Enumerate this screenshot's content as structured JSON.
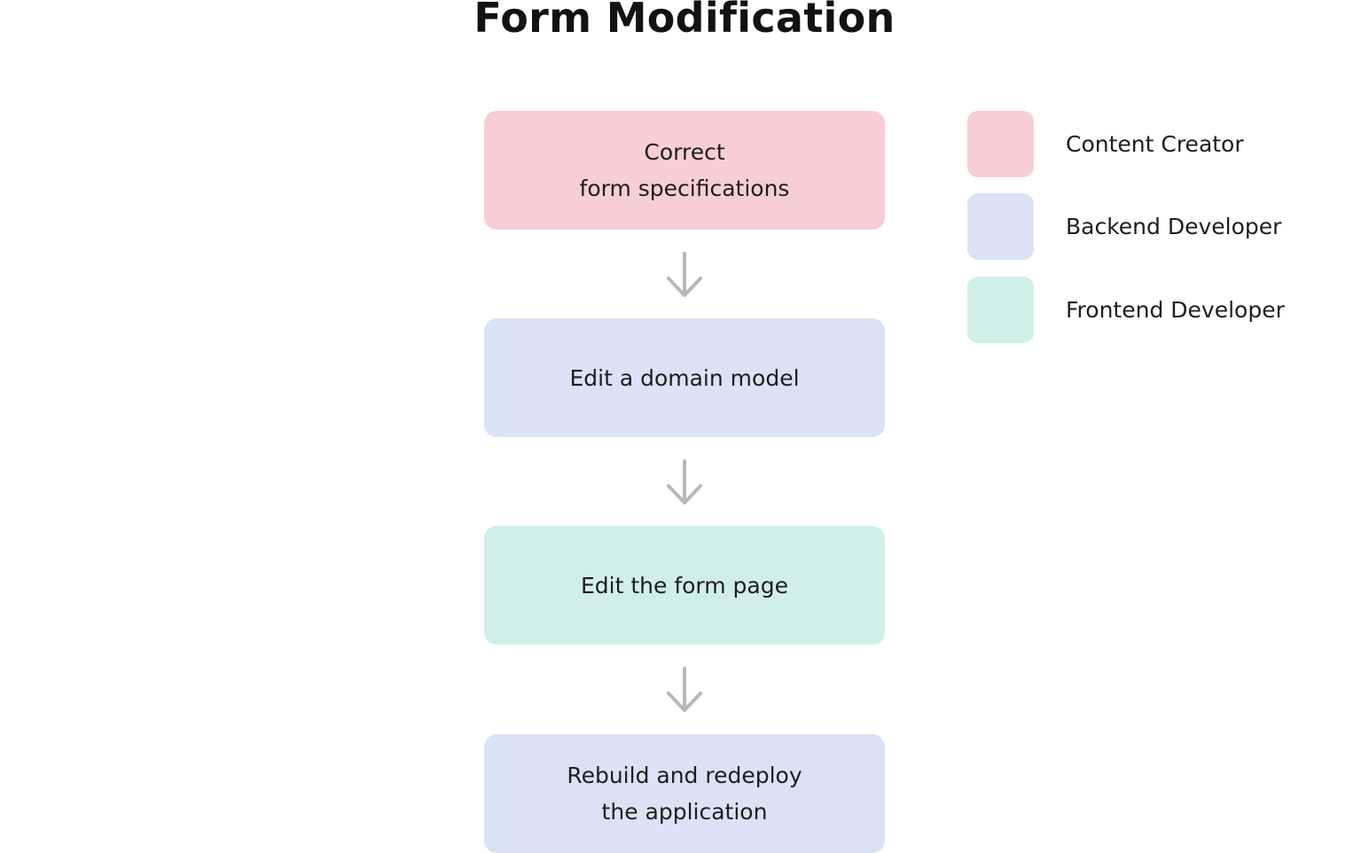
{
  "title": "Form Modification",
  "colors": {
    "content_creator": "#f8ced6",
    "backend_developer": "#dae3f5",
    "frontend_developer": "#d1efe9",
    "arrow": "#b8b8b8"
  },
  "steps": [
    {
      "label": "Correct\nform specifications",
      "role": "content_creator"
    },
    {
      "label": "Edit a domain model",
      "role": "backend_developer"
    },
    {
      "label": "Edit the form page",
      "role": "frontend_developer"
    },
    {
      "label": "Rebuild and redeploy\nthe application",
      "role": "backend_developer"
    }
  ],
  "legend": [
    {
      "label": "Content Creator",
      "role": "content_creator"
    },
    {
      "label": "Backend Developer",
      "role": "backend_developer"
    },
    {
      "label": "Frontend Developer",
      "role": "frontend_developer"
    }
  ],
  "arrow_icon": "arrow-down-icon"
}
